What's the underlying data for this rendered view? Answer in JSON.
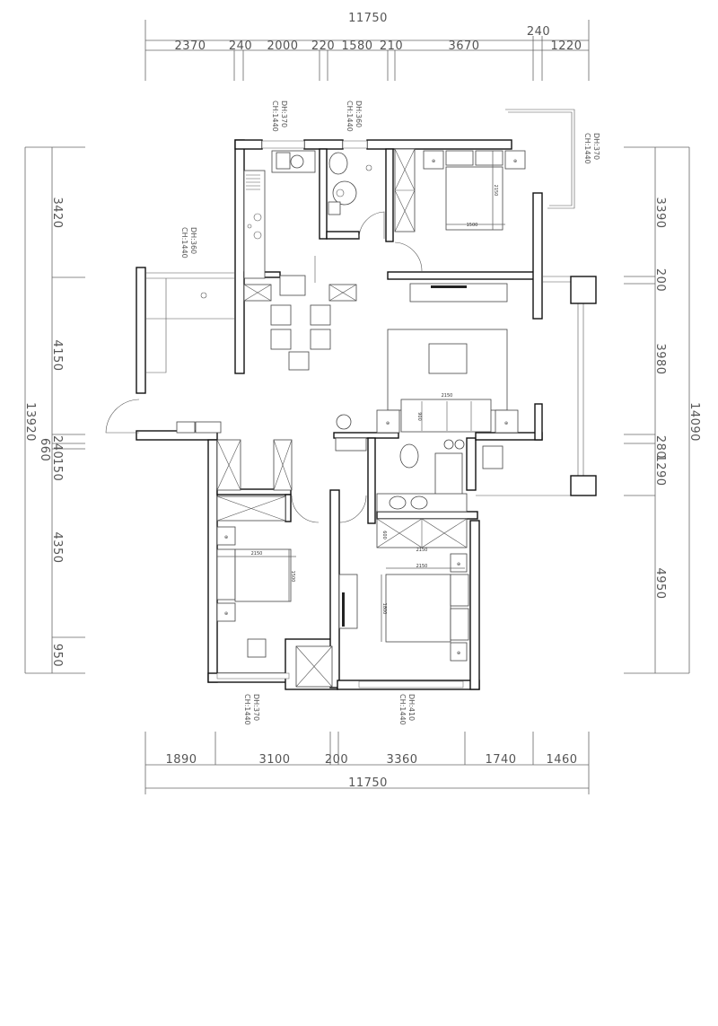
{
  "dimensions": {
    "top": {
      "total": "11750",
      "segments": [
        "2370",
        "240",
        "2000",
        "220",
        "1580",
        "210",
        "3670",
        "240",
        "1220"
      ]
    },
    "bottom": {
      "total": "11750",
      "segments": [
        "1890",
        "3100",
        "200",
        "3360",
        "1740",
        "1460"
      ]
    },
    "left": {
      "total": "13920",
      "segments": [
        "3420",
        "4150",
        "240",
        "660",
        "150",
        "4350",
        "950"
      ]
    },
    "right": {
      "total": "14090",
      "segments": [
        "3390",
        "200",
        "3980",
        "280",
        "1290",
        "4950"
      ]
    }
  },
  "window_labels": [
    {
      "dh": "DH:370",
      "ch": "CH:1440"
    },
    {
      "dh": "DH:360",
      "ch": "CH:1440"
    },
    {
      "dh": "DH:370",
      "ch": "CH:1440"
    },
    {
      "dh": "DH:360",
      "ch": "CH:1440"
    },
    {
      "dh": "DH:370",
      "ch": "CH:1440"
    },
    {
      "dh": "DH:410",
      "ch": "CH:1440"
    }
  ],
  "furniture_dims": {
    "master_bed_length": "2150",
    "master_bed_width": "1500",
    "sofa_length": "2150",
    "sofa_depth": "900",
    "left_bed_length": "2150",
    "left_bed_width": "1500",
    "wardrobe_depth": "600",
    "wardrobe_length": "2150",
    "right_bed_length": "2150",
    "right_bed_width": "1800"
  }
}
